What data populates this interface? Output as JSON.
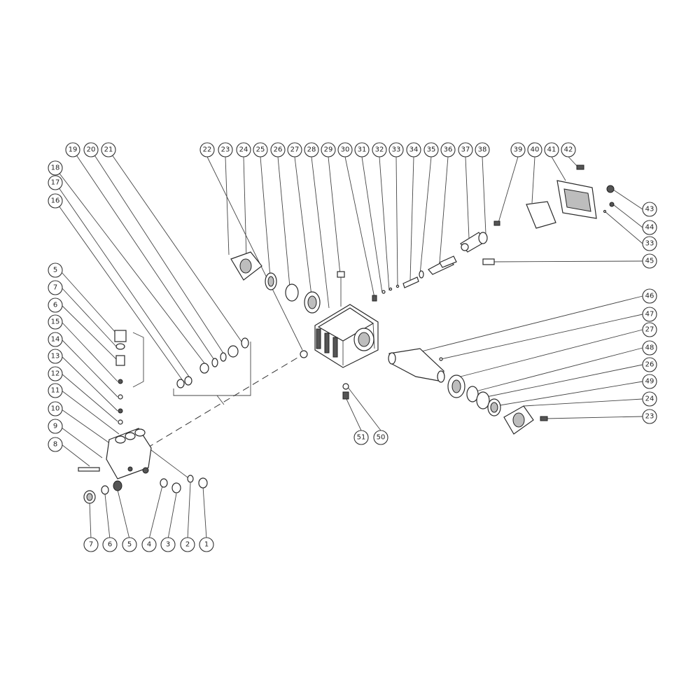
{
  "diagram": {
    "callouts": [
      {
        "id": "c1",
        "label": "1"
      },
      {
        "id": "c2",
        "label": "2"
      },
      {
        "id": "c3",
        "label": "3"
      },
      {
        "id": "c4",
        "label": "4"
      },
      {
        "id": "c5b",
        "label": "5"
      },
      {
        "id": "c6b",
        "label": "6"
      },
      {
        "id": "c7b",
        "label": "7"
      },
      {
        "id": "c8",
        "label": "8"
      },
      {
        "id": "c9",
        "label": "9"
      },
      {
        "id": "c10",
        "label": "10"
      },
      {
        "id": "c11",
        "label": "11"
      },
      {
        "id": "c12",
        "label": "12"
      },
      {
        "id": "c13",
        "label": "13"
      },
      {
        "id": "c14",
        "label": "14"
      },
      {
        "id": "c15",
        "label": "15"
      },
      {
        "id": "c6a",
        "label": "6"
      },
      {
        "id": "c7a",
        "label": "7"
      },
      {
        "id": "c5a",
        "label": "5"
      },
      {
        "id": "c16",
        "label": "16"
      },
      {
        "id": "c17",
        "label": "17"
      },
      {
        "id": "c18",
        "label": "18"
      },
      {
        "id": "c19",
        "label": "19"
      },
      {
        "id": "c20",
        "label": "20"
      },
      {
        "id": "c21",
        "label": "21"
      },
      {
        "id": "c22",
        "label": "22"
      },
      {
        "id": "c23a",
        "label": "23"
      },
      {
        "id": "c24a",
        "label": "24"
      },
      {
        "id": "c25",
        "label": "25"
      },
      {
        "id": "c26a",
        "label": "26"
      },
      {
        "id": "c27a",
        "label": "27"
      },
      {
        "id": "c28",
        "label": "28"
      },
      {
        "id": "c29",
        "label": "29"
      },
      {
        "id": "c30",
        "label": "30"
      },
      {
        "id": "c31",
        "label": "31"
      },
      {
        "id": "c32",
        "label": "32"
      },
      {
        "id": "c33a",
        "label": "33"
      },
      {
        "id": "c34",
        "label": "34"
      },
      {
        "id": "c35",
        "label": "35"
      },
      {
        "id": "c36",
        "label": "36"
      },
      {
        "id": "c37",
        "label": "37"
      },
      {
        "id": "c38",
        "label": "38"
      },
      {
        "id": "c39",
        "label": "39"
      },
      {
        "id": "c40",
        "label": "40"
      },
      {
        "id": "c41",
        "label": "41"
      },
      {
        "id": "c42",
        "label": "42"
      },
      {
        "id": "c43",
        "label": "43"
      },
      {
        "id": "c44",
        "label": "44"
      },
      {
        "id": "c33b",
        "label": "33"
      },
      {
        "id": "c45",
        "label": "45"
      },
      {
        "id": "c46",
        "label": "46"
      },
      {
        "id": "c47",
        "label": "47"
      },
      {
        "id": "c27b",
        "label": "27"
      },
      {
        "id": "c48",
        "label": "48"
      },
      {
        "id": "c26b",
        "label": "26"
      },
      {
        "id": "c49",
        "label": "49"
      },
      {
        "id": "c24b",
        "label": "24"
      },
      {
        "id": "c23b",
        "label": "23"
      },
      {
        "id": "c51",
        "label": "51"
      },
      {
        "id": "c50",
        "label": "50"
      }
    ]
  }
}
